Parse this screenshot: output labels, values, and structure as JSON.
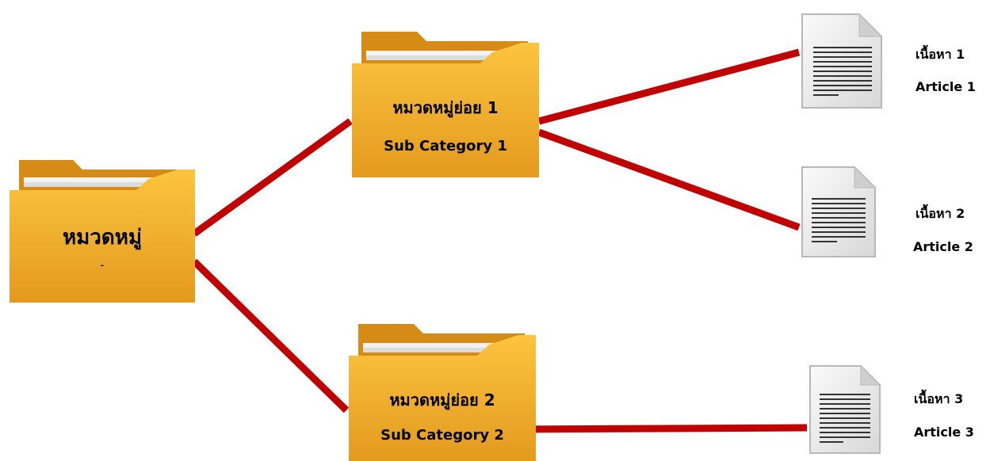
{
  "colors": {
    "connector": "#c00000",
    "folder_front": "#f7b32b",
    "folder_back": "#d9901a",
    "paper": "#eeeeee"
  },
  "root_folder": {
    "icon": "folder-icon",
    "title": "หมวดหมู่",
    "subtitle": "-"
  },
  "sub_categories": [
    {
      "icon": "folder-icon",
      "thai_label": "หมวดหมู่ย่อย 1",
      "english_label": "Sub Category 1"
    },
    {
      "icon": "folder-icon",
      "thai_label": "หมวดหมู่ย่อย 2",
      "english_label": "Sub Category 2"
    }
  ],
  "articles": [
    {
      "icon": "document-icon",
      "thai_label": "เนื้อหา 1",
      "english_label": "Article 1"
    },
    {
      "icon": "document-icon",
      "thai_label": "เนื้อหา 2",
      "english_label": "Article 2"
    },
    {
      "icon": "document-icon",
      "thai_label": "เนื้อหา 3",
      "english_label": "Article 3"
    }
  ]
}
